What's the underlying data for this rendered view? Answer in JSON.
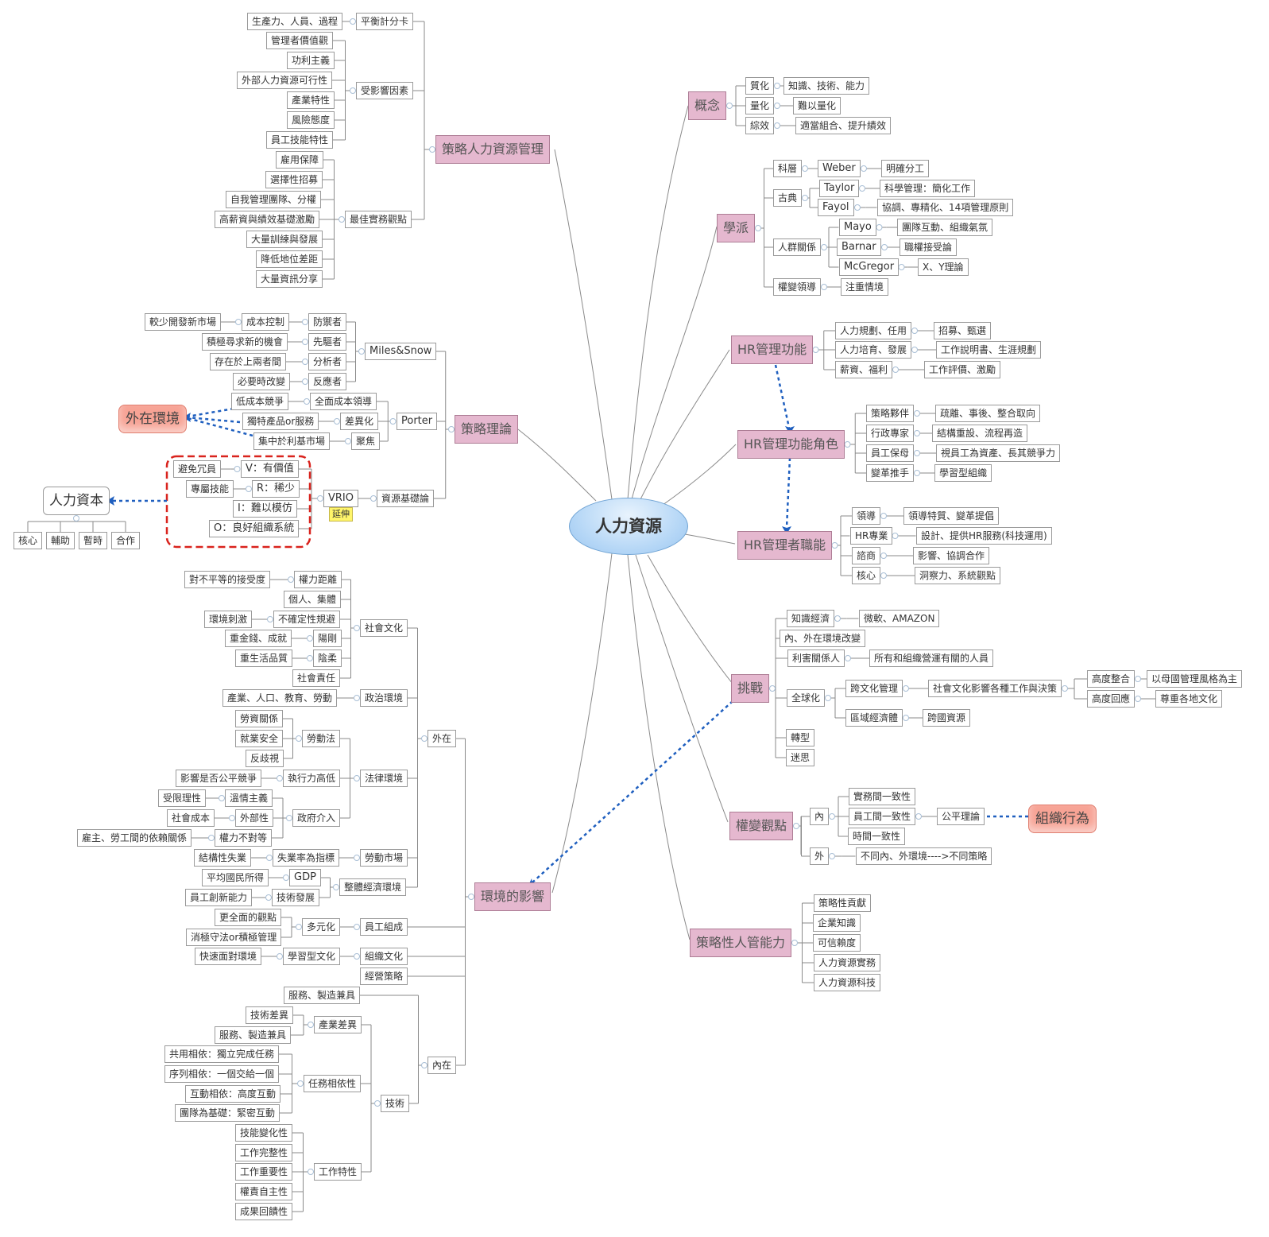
{
  "center": "人力資源",
  "nodes": {
    "n0": "策略人力資源管理",
    "n1": "平衡計分卡",
    "n2": "生產力、人員、過程",
    "n3": "受影響因素",
    "n4": "管理者價值觀",
    "n5": "功利主義",
    "n6": "外部人力資源可行性",
    "n7": "產業特性",
    "n8": "風險態度",
    "n9": "員工技能特性",
    "n10": "最佳實務觀點",
    "n11": "雇用保障",
    "n12": "選擇性招募",
    "n13": "自我管理團隊、分權",
    "n14": "高薪資與績效基礎激勵",
    "n15": "大量訓練與發展",
    "n16": "降低地位差距",
    "n17": "大量資訊分享",
    "n18": "策略理論",
    "n19": "Miles&Snow",
    "n20": "防禦者",
    "n21": "成本控制",
    "n22": "較少開發新市場",
    "n23": "先驅者",
    "n24": "積極尋求新的機會",
    "n25": "分析者",
    "n26": "存在於上兩者間",
    "n27": "反應者",
    "n28": "必要時改變",
    "n29": "Porter",
    "n30": "全面成本領導",
    "n31": "低成本競爭",
    "n32": "差異化",
    "n33": "獨特產品or服務",
    "n34": "聚焦",
    "n35": "集中於利基市場",
    "n36": "資源基礎論",
    "n37": "VRIO",
    "n38": "V：有價值",
    "n39": "避免冗員",
    "n40": "R：稀少",
    "n41": "專屬技能",
    "n42": "I：難以模仿",
    "n43": "O：良好組織系統",
    "n44": "延伸",
    "n45": "外在環境",
    "n46": "人力資本",
    "n47": "核心",
    "n48": "輔助",
    "n49": "暫時",
    "n50": "合作",
    "n51": "環境的影響",
    "n52": "外在",
    "n53": "社會文化",
    "n54": "權力距離",
    "n55": "對不平等的接受度",
    "n56": "個人、集體",
    "n57": "不確定性規避",
    "n58": "環境刺激",
    "n59": "陽剛",
    "n60": "重金錢、成就",
    "n61": "陰柔",
    "n62": "重生活品質",
    "n63": "社會責任",
    "n64": "政治環境",
    "n65": "產業、人口、教育、勞動",
    "n66": "法律環境",
    "n67": "勞動法",
    "n68": "勞資關係",
    "n69": "就業安全",
    "n70": "反歧視",
    "n71": "執行力高低",
    "n72": "影響是否公平競爭",
    "n73": "政府介入",
    "n74": "溫情主義",
    "n75": "受限理性",
    "n76": "外部性",
    "n77": "社會成本",
    "n78": "權力不對等",
    "n79": "雇主、勞工間的依賴關係",
    "n80": "勞動市場",
    "n81": "失業率為指標",
    "n82": "結構性失業",
    "n83": "整體經濟環境",
    "n84": "GDP",
    "n85": "平均國民所得",
    "n86": "技術發展",
    "n87": "員工創新能力",
    "n88": "員工組成",
    "n89": "多元化",
    "n90": "更全面的觀點",
    "n91": "消極守法or積極管理",
    "n92": "組織文化",
    "n93": "學習型文化",
    "n94": "快速面對環境",
    "n95": "經營策略",
    "n96": "內在",
    "n97": "服務、製造兼具",
    "n98": "技術",
    "n99": "產業差異",
    "n100": "技術差異",
    "n101": "服務、製造兼具",
    "n102": "任務相依性",
    "n103": "共用相依：獨立完成任務",
    "n104": "序列相依：一個交給一個",
    "n105": "互動相依：高度互動",
    "n106": "團隊為基礎：緊密互動",
    "n107": "工作特性",
    "n108": "技能變化性",
    "n109": "工作完整性",
    "n110": "工作重要性",
    "n111": "權責自主性",
    "n112": "成果回饋性",
    "n113": "概念",
    "n114": "質化",
    "n115": "知識、技術、能力",
    "n116": "量化",
    "n117": "難以量化",
    "n118": "綜效",
    "n119": "適當組合、提升績效",
    "n120": "學派",
    "n121": "科層",
    "n122": "Weber",
    "n123": "明確分工",
    "n124": "古典",
    "n125": "Taylor",
    "n126": "科學管理：簡化工作",
    "n127": "Fayol",
    "n128": "協調、專精化、14項管理原則",
    "n129": "人群關係",
    "n130": "Mayo",
    "n131": "團隊互動、組織氣氛",
    "n132": "Barnar",
    "n133": "職權接受論",
    "n134": "McGregor",
    "n135": "X、Y理論",
    "n136": "權變領導",
    "n137": "注重情境",
    "n138": "HR管理功能",
    "n139": "人力規劃、任用",
    "n140": "招募、甄選",
    "n141": "人力培育、發展",
    "n142": "工作說明書、生涯規劃",
    "n143": "薪資、福利",
    "n144": "工作評價、激勵",
    "n145": "HR管理功能角色",
    "n146": "策略夥伴",
    "n147": "疏離、事後、整合取向",
    "n148": "行政專家",
    "n149": "結構重設、流程再造",
    "n150": "員工保母",
    "n151": "視員工為資產、長其競爭力",
    "n152": "變革推手",
    "n153": "學習型組織",
    "n154": "HR管理者職能",
    "n155": "領導",
    "n156": "領導特質、變革提倡",
    "n157": "HR專業",
    "n158": "設計、提供HR服務(科技運用)",
    "n159": "諮商",
    "n160": "影響、協調合作",
    "n161": "核心",
    "n162": "洞察力、系統觀點",
    "n163": "挑戰",
    "n164": "知識經濟",
    "n165": "微軟、AMAZON",
    "n166": "內、外在環境改變",
    "n167": "利害關係人",
    "n168": "所有和組織營運有關的人員",
    "n169": "全球化",
    "n170": "跨文化管理",
    "n171": "社會文化影響各種工作與決策",
    "n172": "高度整合",
    "n173": "以母國管理風格為主",
    "n174": "高度回應",
    "n175": "尊重各地文化",
    "n176": "區域經濟體",
    "n177": "跨國資源",
    "n178": "轉型",
    "n179": "迷思",
    "n180": "權變觀點",
    "n181": "內",
    "n182": "實務間一致性",
    "n183": "員工間一致性",
    "n184": "公平理論",
    "n185": "時間一致性",
    "n186": "組織行為",
    "n187": "外",
    "n188": "不同內、外環境---->不同策略",
    "n189": "策略性人管能力",
    "n190": "策略性貢獻",
    "n191": "企業知識",
    "n192": "可信賴度",
    "n193": "人力資源實務",
    "n194": "人力資源科技"
  },
  "colors": {
    "main_topic": "#e5b8cf",
    "center": "#b4d6f6",
    "accent": "#f7a395",
    "relation": "#1f5fbf",
    "dashed_box": "#d9231d",
    "tag": "#fff56a"
  }
}
